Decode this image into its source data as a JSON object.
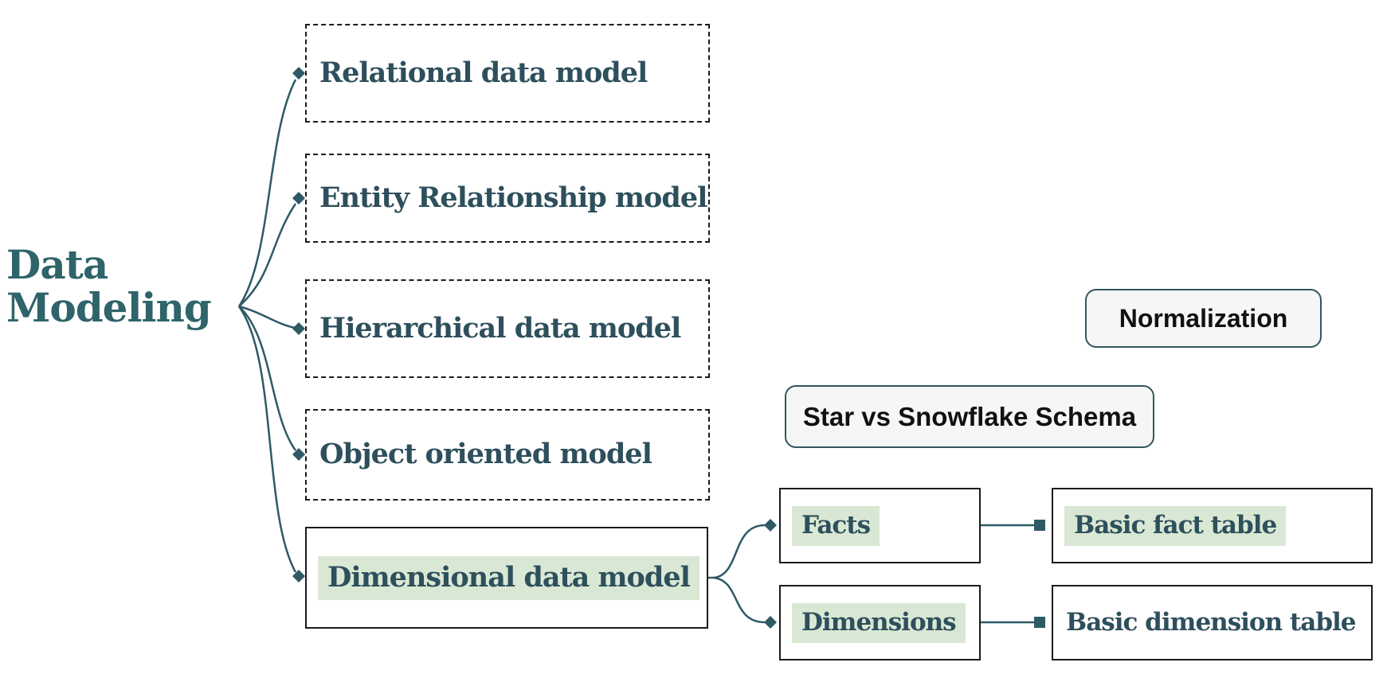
{
  "root": {
    "label": "Data Modeling"
  },
  "branches": [
    {
      "label": "Relational data model",
      "box_style": "dashed",
      "highlighted": false
    },
    {
      "label": "Entity Relationship model",
      "box_style": "dashed",
      "highlighted": false
    },
    {
      "label": "Hierarchical data model",
      "box_style": "dashed",
      "highlighted": false
    },
    {
      "label": "Object oriented model",
      "box_style": "dashed",
      "highlighted": false
    },
    {
      "label": "Dimensional data model",
      "box_style": "solid",
      "highlighted": true
    }
  ],
  "dimensional_children": [
    {
      "label": "Facts",
      "highlighted": true
    },
    {
      "label": "Dimensions",
      "highlighted": true
    }
  ],
  "grandchildren": [
    {
      "label": "Basic fact table",
      "highlighted": true,
      "parent": "Facts"
    },
    {
      "label": "Basic dimension table",
      "highlighted": false,
      "parent": "Dimensions"
    }
  ],
  "floating_notes": [
    {
      "label": "Normalization"
    },
    {
      "label": "Star vs Snowflake Schema"
    }
  ],
  "colors": {
    "node_text": "#2e4f5c",
    "title_text": "#2e646a",
    "connector": "#2e5a66",
    "highlight_green": "#d9e8d4",
    "note_background": "#f5f6f5",
    "note_border": "#32565e",
    "box_border": "#1b1b1b"
  }
}
